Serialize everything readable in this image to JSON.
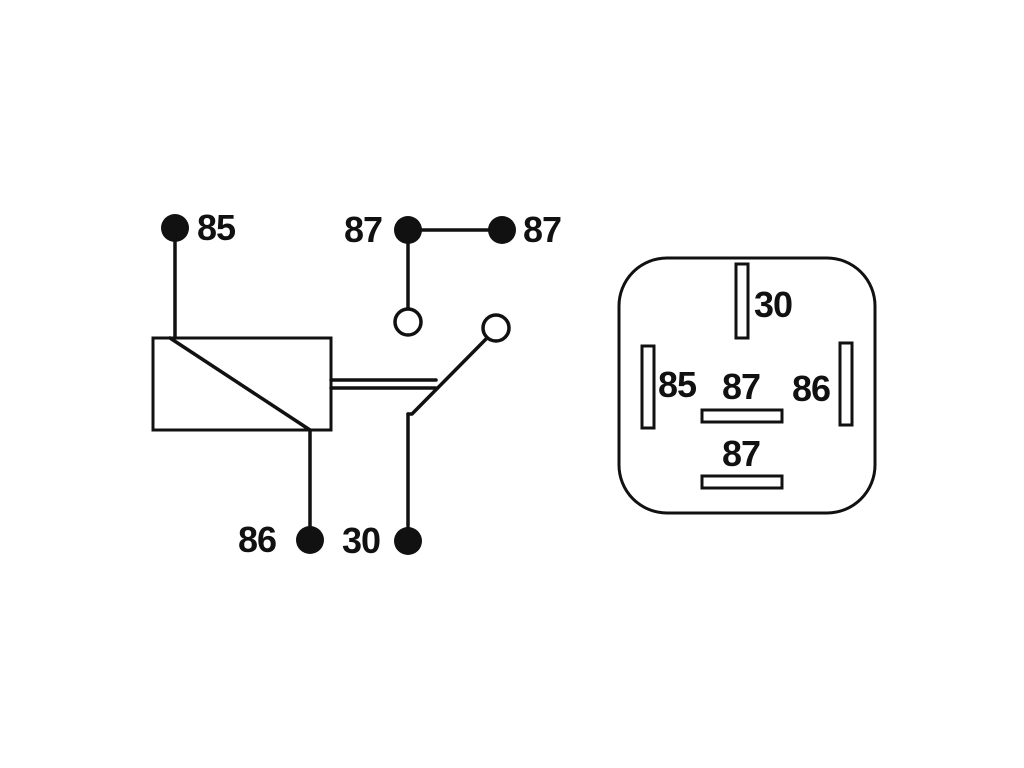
{
  "schematic": {
    "terminal_85": "85",
    "terminal_86": "86",
    "terminal_30": "30",
    "terminal_87_left": "87",
    "terminal_87_right": "87"
  },
  "pinout": {
    "pin_30": "30",
    "pin_85": "85",
    "pin_86": "86",
    "pin_87_upper": "87",
    "pin_87_lower": "87"
  }
}
